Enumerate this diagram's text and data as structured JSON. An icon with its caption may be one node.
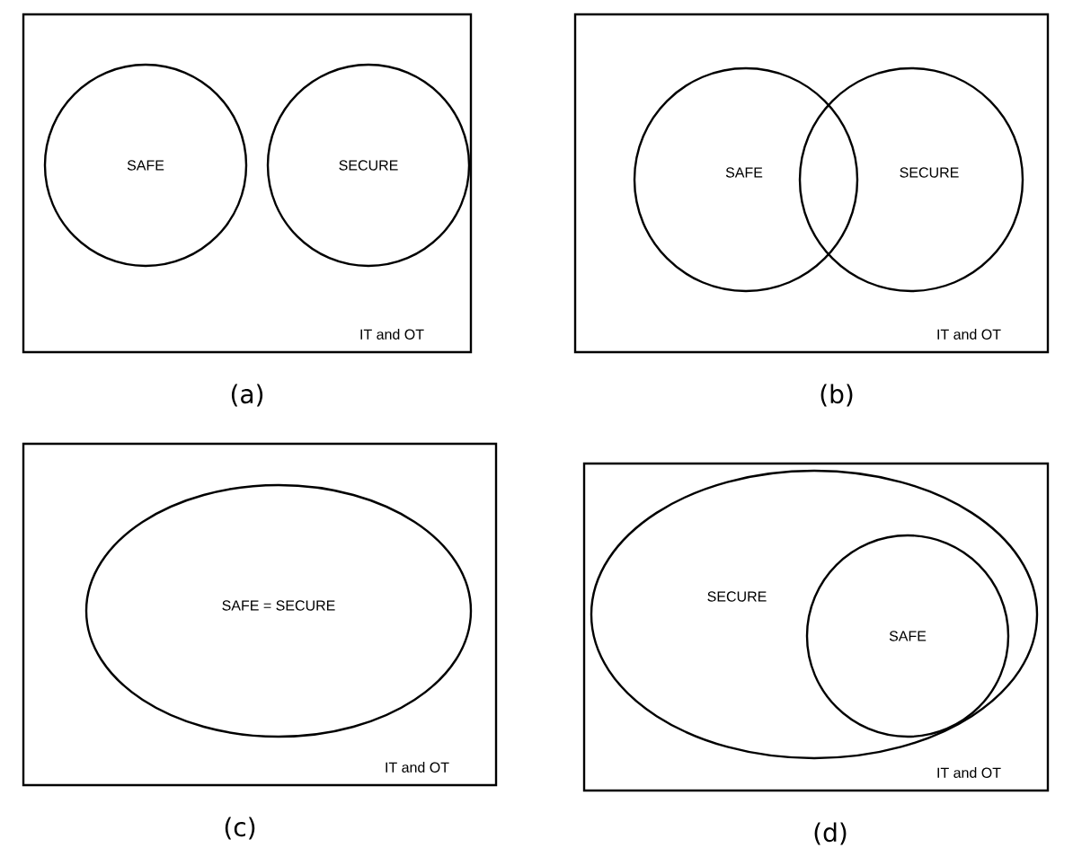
{
  "diagram": {
    "nodes": [
      {
        "text": [
          "IT and OT"
        ],
        "beside": [
          "(a)"
        ]
      },
      {
        "text": [
          "SAFE"
        ],
        "in": 0
      },
      {
        "text": [
          "SECURE"
        ],
        "in": 0
      },
      {
        "text": [
          "IT and OT"
        ],
        "beside": [
          "(b)"
        ]
      },
      {
        "text": [
          "SAFE"
        ],
        "in": 3
      },
      {
        "text": [
          "SECURE"
        ],
        "in": 3
      },
      {
        "text": [
          "IT and OT"
        ],
        "beside": [
          "(c)"
        ]
      },
      {
        "text": [
          "SAFE = SECURE"
        ],
        "in": 6
      },
      {
        "text": [
          "IT and OT"
        ],
        "beside": [
          "(d)"
        ]
      },
      {
        "text": [
          "SECURE"
        ],
        "in": 8
      },
      {
        "text": [
          "SAFE"
        ],
        "in": 9
      }
    ]
  }
}
